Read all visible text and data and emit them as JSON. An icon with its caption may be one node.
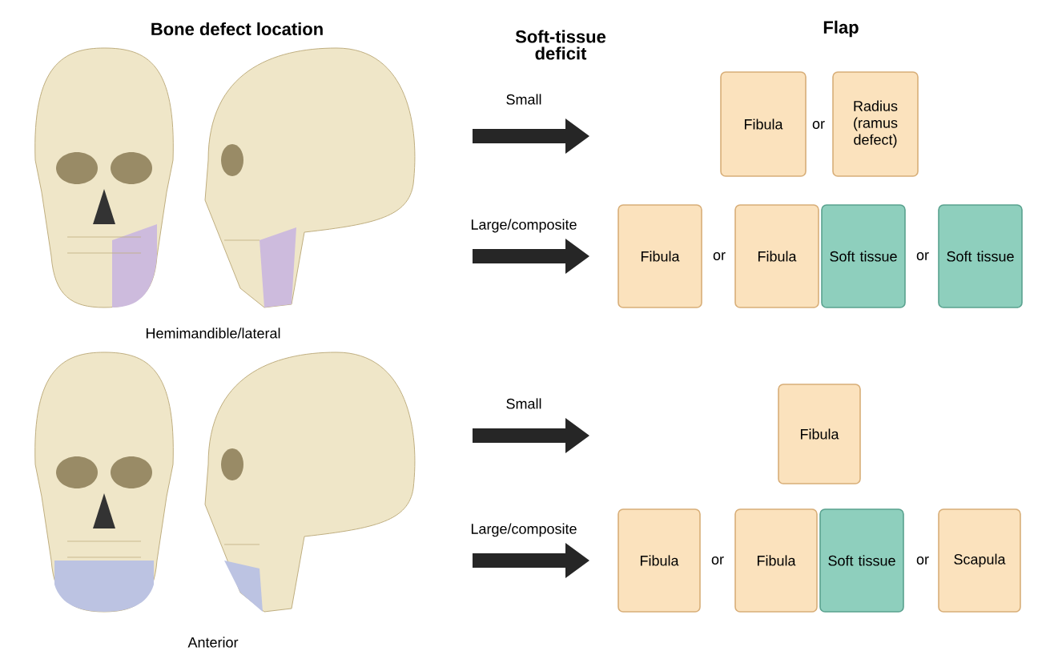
{
  "diagram": {
    "nodes": [
      {
        "text": [
          "Fibula"
        ]
      },
      {
        "text": [
          "Radius (ramus defect)"
        ]
      },
      {
        "text": [
          "Fibula"
        ]
      },
      {
        "text": [
          "Fibula"
        ]
      },
      {
        "text": [
          "Soft tissue"
        ]
      },
      {
        "text": [
          "Soft tissue"
        ]
      },
      {
        "text": [
          "Fibula"
        ]
      },
      {
        "text": [
          "Fibula"
        ]
      },
      {
        "text": [
          "Fibula"
        ]
      },
      {
        "text": [
          "Soft tissue"
        ]
      },
      {
        "text": [
          "Scapula"
        ]
      }
    ],
    "labels": [
      "Bone defect location",
      "Soft-tissue deficit",
      "Flap",
      "Small",
      "or",
      "Large/composite",
      "or",
      "or",
      "Hemimandible/lateral",
      "Small",
      "Large/composite",
      "or",
      "or",
      "Anterior"
    ]
  }
}
